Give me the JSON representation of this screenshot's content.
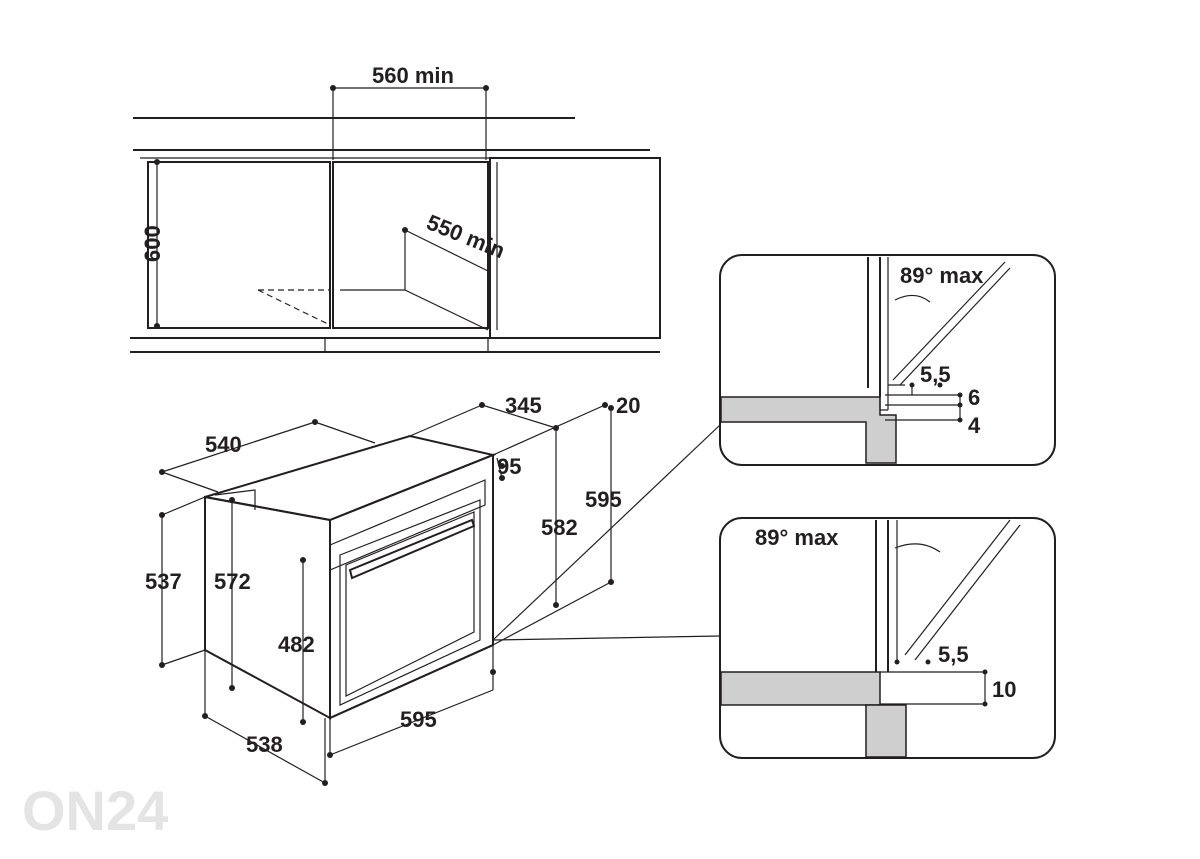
{
  "cabinet_view": {
    "width_min": "560 min",
    "height": "600",
    "depth_min": "550 min"
  },
  "oven_view": {
    "depth_total": "540",
    "top_depth": "345",
    "offset_top": "20",
    "panel_thickness": "95",
    "body_height": "582",
    "front_height": "595",
    "side_height": "537",
    "side_height_2": "572",
    "door_height": "482",
    "front_width": "595",
    "body_depth": "538"
  },
  "detail_top": {
    "angle": "89° max",
    "gap": "5,5",
    "dim_a": "6",
    "dim_b": "4"
  },
  "detail_bottom": {
    "angle": "89° max",
    "gap": "5,5",
    "dim_a": "10"
  },
  "watermark": "ON24"
}
